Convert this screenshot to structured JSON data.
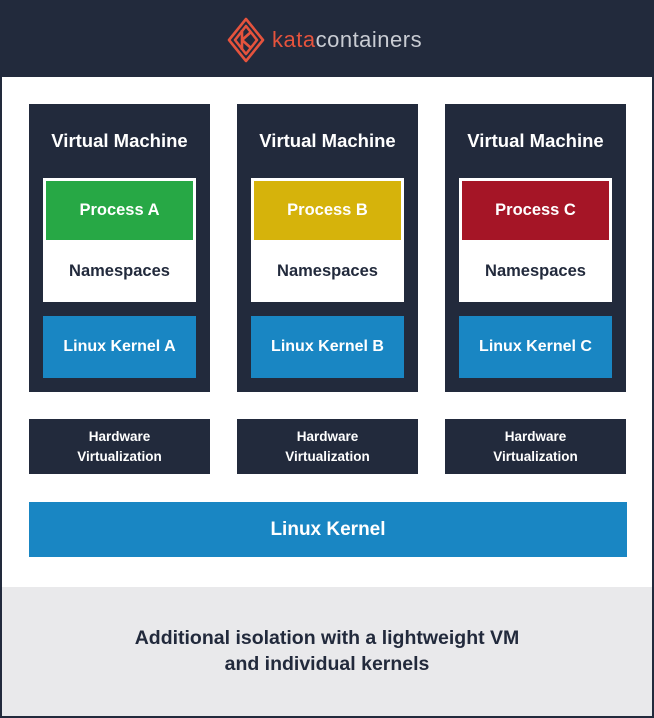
{
  "header": {
    "logo_part1": "kata",
    "logo_part2": "containers",
    "logo_icon": "kata-logo-icon"
  },
  "colors": {
    "dark_navy": "#222a3c",
    "kernel_blue": "#1986c3",
    "process_a": "#27a845",
    "process_b": "#d6b30b",
    "process_c": "#a51526",
    "logo_orange": "#e5533d",
    "footer_gray": "#e9e9eb"
  },
  "vms": [
    {
      "title": "Virtual Machine",
      "process": "Process A",
      "namespaces": "Namespaces",
      "kernel": "Linux Kernel A"
    },
    {
      "title": "Virtual Machine",
      "process": "Process B",
      "namespaces": "Namespaces",
      "kernel": "Linux Kernel B"
    },
    {
      "title": "Virtual Machine",
      "process": "Process C",
      "namespaces": "Namespaces",
      "kernel": "Linux Kernel C"
    }
  ],
  "hardware_virtualization": [
    {
      "line1": "Hardware",
      "line2": "Virtualization"
    },
    {
      "line1": "Hardware",
      "line2": "Virtualization"
    },
    {
      "line1": "Hardware",
      "line2": "Virtualization"
    }
  ],
  "host_kernel": "Linux Kernel",
  "caption": {
    "line1": "Additional isolation with a lightweight VM",
    "line2": "and individual kernels"
  }
}
